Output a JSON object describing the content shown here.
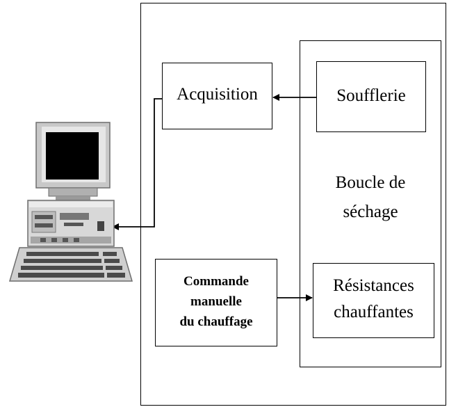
{
  "diagram": {
    "nodes": {
      "acquisition": "Acquisition",
      "soufflerie": "Soufflerie",
      "boucle_line1": "Boucle de",
      "boucle_line2": "séchage",
      "commande_line1": "Commande",
      "commande_line2": "manuelle",
      "commande_line3": "du chauffage",
      "resistances_line1": "Résistances",
      "resistances_line2": "chauffantes"
    },
    "computer_icon": "computer-icon",
    "edges": [
      {
        "from": "soufflerie",
        "to": "acquisition"
      },
      {
        "from": "acquisition",
        "to": "computer"
      },
      {
        "from": "commande",
        "to": "resistances"
      }
    ]
  }
}
